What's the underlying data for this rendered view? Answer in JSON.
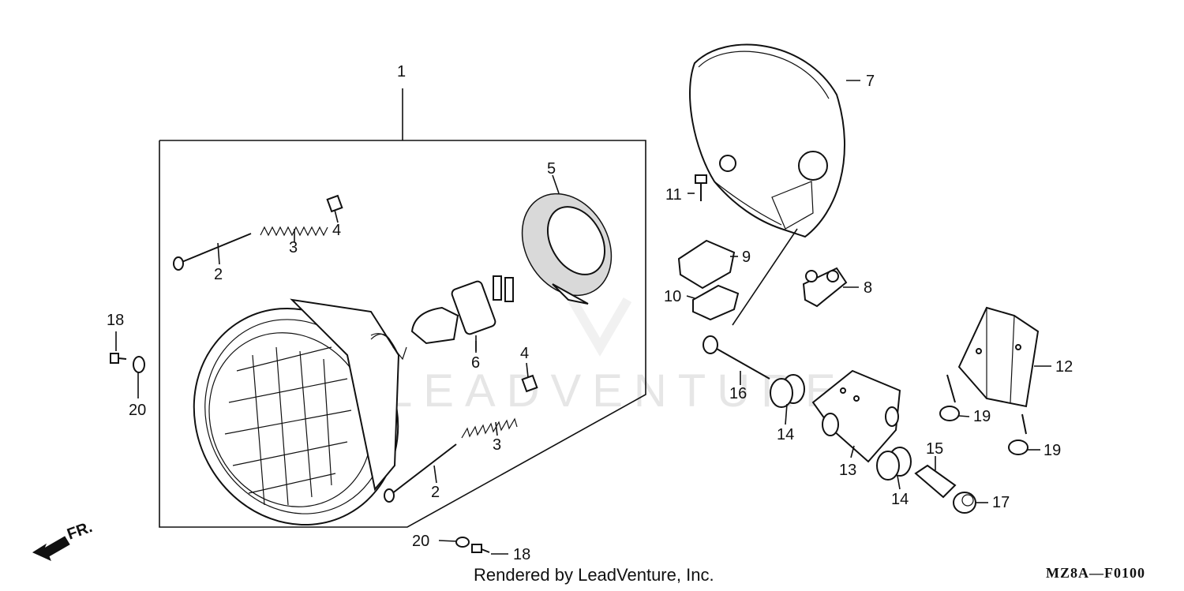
{
  "diagram": {
    "watermark": "LEADVENTURE",
    "direction_label": "FR.",
    "callouts": {
      "c1": "1",
      "c2a": "2",
      "c2b": "2",
      "c3a": "3",
      "c3b": "3",
      "c4a": "4",
      "c4b": "4",
      "c5": "5",
      "c6": "6",
      "c7": "7",
      "c8": "8",
      "c9": "9",
      "c10": "10",
      "c11": "11",
      "c12": "12",
      "c13": "13",
      "c14a": "14",
      "c14b": "14",
      "c15": "15",
      "c16": "16",
      "c17": "17",
      "c18a": "18",
      "c18b": "18",
      "c19a": "19",
      "c19b": "19",
      "c20a": "20",
      "c20b": "20"
    }
  },
  "footer": {
    "credit": "Rendered by LeadVenture, Inc.",
    "diagram_code": "MZ8A—F0100"
  }
}
